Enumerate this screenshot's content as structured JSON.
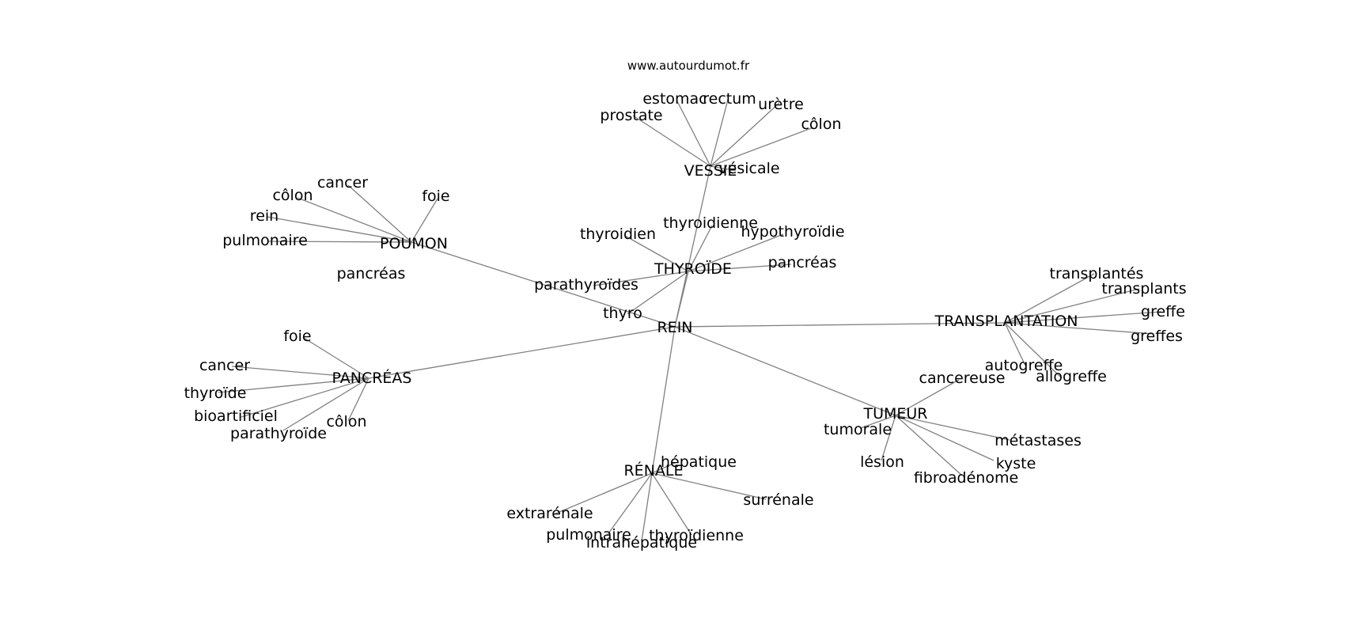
{
  "credit": "www.autourdumot.fr",
  "colors": {
    "edge": "#808080",
    "text": "#000000",
    "background": "#ffffff"
  },
  "graph": {
    "center": "REIN",
    "hubs": [
      {
        "id": "vessie",
        "label": "VESSIE",
        "children": [
          "prostate",
          "estomac",
          "rectum",
          "urètre",
          "côlon",
          "vésicale"
        ]
      },
      {
        "id": "poumon",
        "label": "POUMON",
        "children": [
          "cancer",
          "côlon",
          "rein",
          "pulmonaire",
          "pancréas",
          "foie"
        ]
      },
      {
        "id": "thyroide",
        "label": "THYROÏDE",
        "children": [
          "thyroidien",
          "thyroidienne",
          "hypothyroïdie",
          "pancréas",
          "parathyroïdes",
          "thyro"
        ]
      },
      {
        "id": "pancreas",
        "label": "PANCRÉAS",
        "children": [
          "foie",
          "cancer",
          "thyroïde",
          "bioartificiel",
          "parathyroïde",
          "côlon"
        ]
      },
      {
        "id": "transplantation",
        "label": "TRANSPLANTATION",
        "children": [
          "transplantés",
          "transplants",
          "greffe",
          "greffes",
          "autogreffe",
          "allogreffe"
        ]
      },
      {
        "id": "tumeur",
        "label": "TUMEUR",
        "children": [
          "cancereuse",
          "tumorale",
          "lésion",
          "fibroadénome",
          "métastases",
          "kyste"
        ]
      },
      {
        "id": "renale",
        "label": "RÉNALE",
        "children": [
          "hépatique",
          "surrénale",
          "extrarénale",
          "pulmonaire",
          "intrahépatique",
          "thyroïdienne"
        ]
      }
    ]
  }
}
